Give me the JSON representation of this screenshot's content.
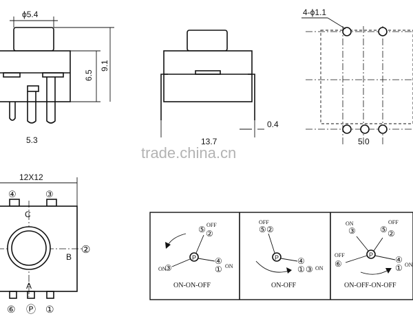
{
  "dimensions": {
    "dia_5_4": "ϕ5.4",
    "h_6_5": "6.5",
    "h_9_1": "9.1",
    "w_5_3": "5.3",
    "w_13_7": "13.7",
    "t_0_4": "0.4",
    "holes": "4-ϕ1.1",
    "w_5_0": "5.0",
    "size_12x12": "12X12"
  },
  "watermark": "trade.china.cn",
  "bottom_view": {
    "pins_top": [
      "④",
      "③"
    ],
    "pins_bottom": [
      "⑥",
      "Ⓟ",
      "①"
    ],
    "letters": {
      "C": "C",
      "B": "B",
      "A": "A"
    },
    "side_right": "②"
  },
  "schematics": [
    {
      "caption": "ON-ON-OFF",
      "labels": {
        "off": "OFF",
        "n5": "⑤",
        "n2": "②",
        "on_left": "ON",
        "n3": "③",
        "p": "P",
        "n4": "④",
        "n1": "①",
        "on_right": "ON"
      }
    },
    {
      "caption": "ON-OFF",
      "labels": {
        "off": "OFF",
        "n5": "⑤",
        "n2": "②",
        "p": "P",
        "n4": "④",
        "n1": "①",
        "n3": "③",
        "on": "ON"
      }
    },
    {
      "caption": "ON-OFF-ON-OFF",
      "labels": {
        "on_top": "ON",
        "n3_top": "③",
        "off_top": "OFF",
        "n5": "⑤",
        "n2": "②",
        "off_left": "OFF",
        "n6": "⑥",
        "p": "P",
        "n4": "④",
        "n1": "①",
        "on_right": "ON"
      }
    }
  ]
}
